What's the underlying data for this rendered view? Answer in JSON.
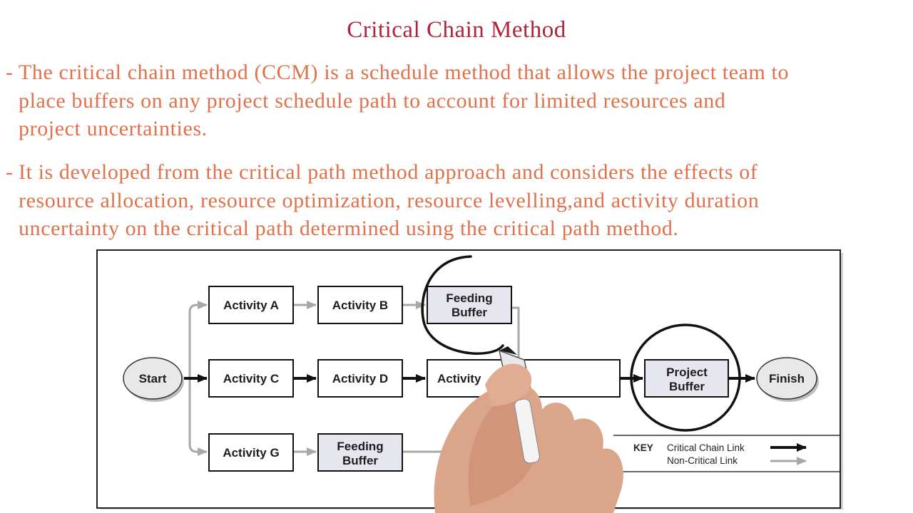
{
  "slide": {
    "title": "Critical Chain Method",
    "bullets": [
      {
        "marker": "-",
        "lines": [
          "The critical chain method (CCM) is a schedule method that allows the project team to",
          "place buffers on any project schedule path to account for limited resources and",
          "project uncertainties."
        ]
      },
      {
        "marker": "-",
        "lines": [
          "It is developed from the critical path method approach and considers the effects of",
          "resource allocation,  resource optimization, resource levelling,and activity duration",
          "uncertainty on the critical path determined using the critical path method."
        ]
      }
    ]
  },
  "diagram": {
    "start": "Start",
    "finish": "Finish",
    "activity_a": "Activity A",
    "activity_b": "Activity B",
    "feeding_buffer_top": [
      "Feeding",
      "Buffer"
    ],
    "activity_c": "Activity C",
    "activity_d": "Activity D",
    "activity_e_partial": "Activity",
    "project_buffer": [
      "Project",
      "Buffer"
    ],
    "activity_g": "Activity G",
    "feeding_buffer_bottom": [
      "Feeding",
      "Buffer"
    ],
    "key": {
      "label": "KEY",
      "critical": "Critical Chain Link",
      "noncritical": "Non-Critical Link"
    },
    "colors": {
      "buffer_fill": "#e6e6ef",
      "node_fill": "#e8e8e8",
      "noncritical_arrow": "#a8a8a8",
      "critical_arrow": "#111111"
    }
  }
}
